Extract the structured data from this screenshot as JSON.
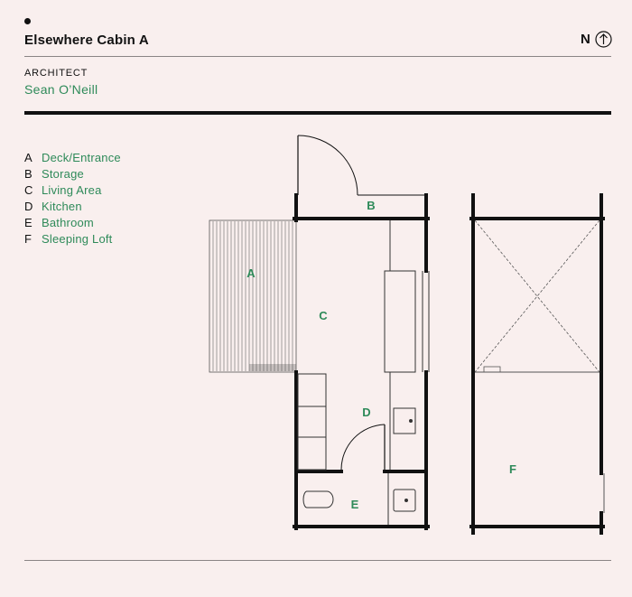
{
  "header": {
    "title": "Elsewhere Cabin A",
    "north_letter": "N",
    "north_icon": "north-arrow-icon"
  },
  "architect": {
    "label": "ARCHITECT",
    "name": "Sean O’Neill"
  },
  "legend": [
    {
      "key": "A",
      "label": "Deck/Entrance"
    },
    {
      "key": "B",
      "label": "Storage"
    },
    {
      "key": "C",
      "label": "Living Area"
    },
    {
      "key": "D",
      "label": "Kitchen"
    },
    {
      "key": "E",
      "label": "Bathroom"
    },
    {
      "key": "F",
      "label": "Sleeping Loft"
    }
  ],
  "plan_labels": {
    "A": "A",
    "B": "B",
    "C": "C",
    "D": "D",
    "E": "E",
    "F": "F"
  },
  "colors": {
    "background": "#f9efee",
    "accent": "#2e8a59",
    "ink": "#111111"
  }
}
